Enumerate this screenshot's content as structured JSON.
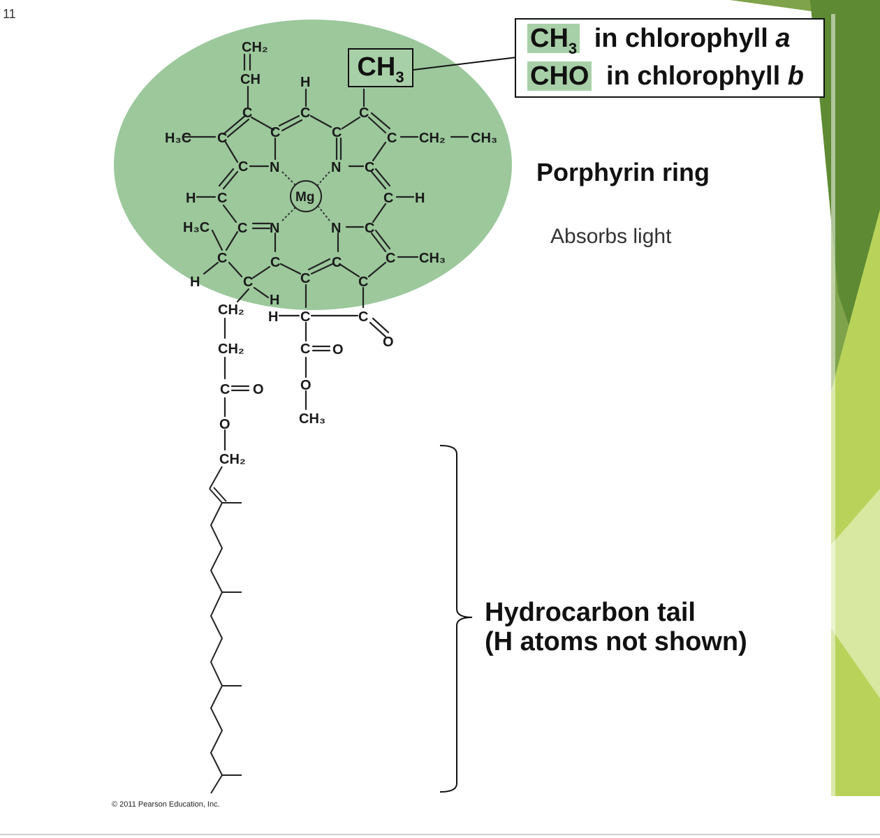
{
  "slide_number": "11",
  "legend": {
    "row1_formula_main": "CH",
    "row1_formula_sub": "3",
    "row1_text": "in chlorophyll",
    "row1_italic": "a",
    "row2_formula": "CHO",
    "row2_text": "in chlorophyll",
    "row2_italic": "b"
  },
  "variable_group": {
    "main": "CH",
    "sub": "3"
  },
  "porphyrin_label": "Porphyrin ring",
  "absorbs_label": "Absorbs light",
  "tail_label_line1": "Hydrocarbon tail",
  "tail_label_line2": "(H atoms not shown)",
  "copyright": "© 2011 Pearson Education, Inc.",
  "atoms": {
    "mg": "Mg",
    "n": "N",
    "c": "C",
    "h": "H",
    "o": "O",
    "ch2": "CH₂",
    "ch": "CH",
    "ch3": "CH₃",
    "h3c": "H₃C"
  },
  "colors": {
    "ring_fill": "#9cc89c",
    "accent_dark": "#6f9a3c",
    "accent_light": "#a8c84a",
    "chip": "#a8d0a8"
  }
}
